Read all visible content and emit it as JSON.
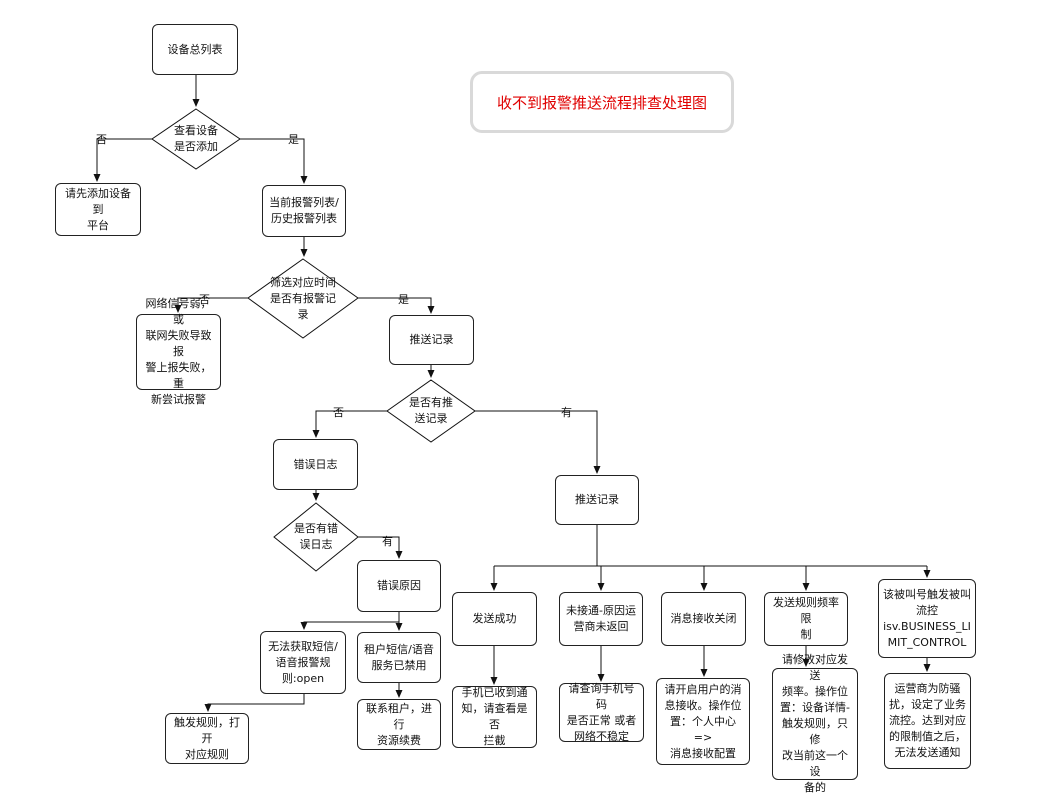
{
  "title": "收不到报警推送流程排查处理图",
  "nodes": {
    "device_list": "设备总列表",
    "check_device_added": "查看设备\n是否添加",
    "add_device": "请先添加设备到\n平台",
    "alarm_list": "当前报警列表/\n历史报警列表",
    "filter_time": "筛选对应时间\n是否有报警记\n录",
    "network_issue": "网络信号弱，或\n联网失败导致报\n警上报失败，重\n新尝试报警",
    "push_record_1": "推送记录",
    "has_push_record": "是否有推\n送记录",
    "error_log": "错误日志",
    "has_error_log": "是否有错\n误日志",
    "error_reason": "错误原因",
    "no_sms_voice_rule": "无法获取短信/\n语音报警规\n则:open",
    "tenant_sms_disabled": "租户短信/语音\n服务已禁用",
    "trigger_rule": "触发规则，打开\n对应规则",
    "contact_tenant": "联系租户，进行\n资源续费",
    "push_record_2": "推送记录",
    "send_success": "发送成功",
    "phone_received": "手机已收到通\n知，请查看是否\n拦截",
    "not_connected": "未接通-原因运\n营商未返回",
    "check_phone_number": "请查询手机号码\n是否正常 或者\n网络不稳定",
    "msg_receive_off": "消息接收关闭",
    "enable_msg_receive": "请开启用户的消\n息接收。操作位\n置：个人中心=>\n消息接收配置",
    "rate_limit": "发送规则频率限\n制",
    "modify_rate": "请修改对应发送\n频率。操作位\n置：设备详情-\n触发规则，只修\n改当前这一个设\n备的",
    "business_limit": "该被叫号触发被叫\n流控\nisv.BUSINESS_LI\nMIT_CONTROL",
    "operator_limit": "运营商为防骚\n扰，设定了业务\n流控。达到对应\n的限制值之后，\n无法发送通知"
  },
  "edge_labels": {
    "no_1": "否",
    "yes_1": "是",
    "no_2": "否",
    "yes_2": "是",
    "no_3": "否",
    "has_1": "有",
    "has_2": "有"
  }
}
